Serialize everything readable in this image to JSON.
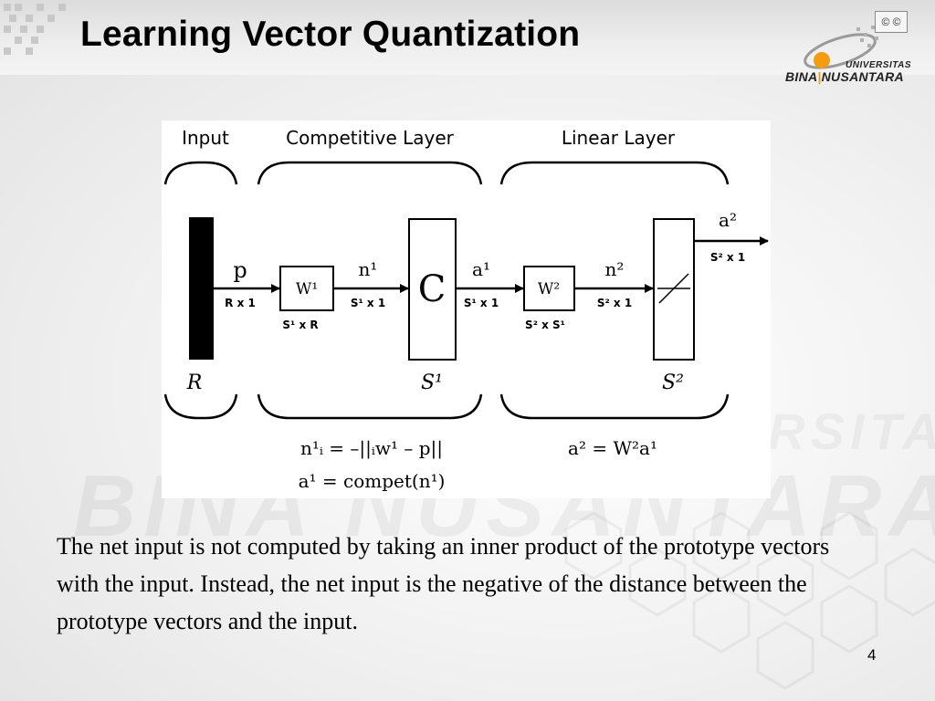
{
  "slide": {
    "title": "Learning Vector Quantization",
    "body_text": "The net input is not computed by taking an inner product of the prototype vectors with the input. Instead, the net input is the negative of the distance between the prototype vectors and the input.",
    "page_number": "4"
  },
  "logo": {
    "badge": "© ©",
    "line1": "UNIVERSITAS",
    "line2_a": "BINA",
    "line2_b": "NUSANTARA"
  },
  "watermark": {
    "line1": "BINA NUSANTARA",
    "line2": "UNIVERSITAS"
  },
  "diagram": {
    "section_labels": [
      "Input",
      "Competitive Layer",
      "Linear Layer"
    ],
    "input_arrow_label": "p",
    "input_dim": "R x 1",
    "w1_box": "W¹",
    "w1_dim": "S¹ x R",
    "n1_label": "n¹",
    "n1_dim": "S¹ x 1",
    "compet_box": "C",
    "a1_label": "a¹",
    "a1_dim": "S¹ x 1",
    "w2_box": "W²",
    "w2_dim": "S² x S¹",
    "n2_label": "n²",
    "n2_dim": "S² x 1",
    "a2_label": "a²",
    "a2_dim": "S² x 1",
    "input_size": "R",
    "competitive_size": "S¹",
    "linear_size": "S²",
    "eq1": "n¹ᵢ = –||ᵢw¹ – p||",
    "eq2": "a¹ = compet(n¹)",
    "eq3": "a² = W²a¹"
  }
}
